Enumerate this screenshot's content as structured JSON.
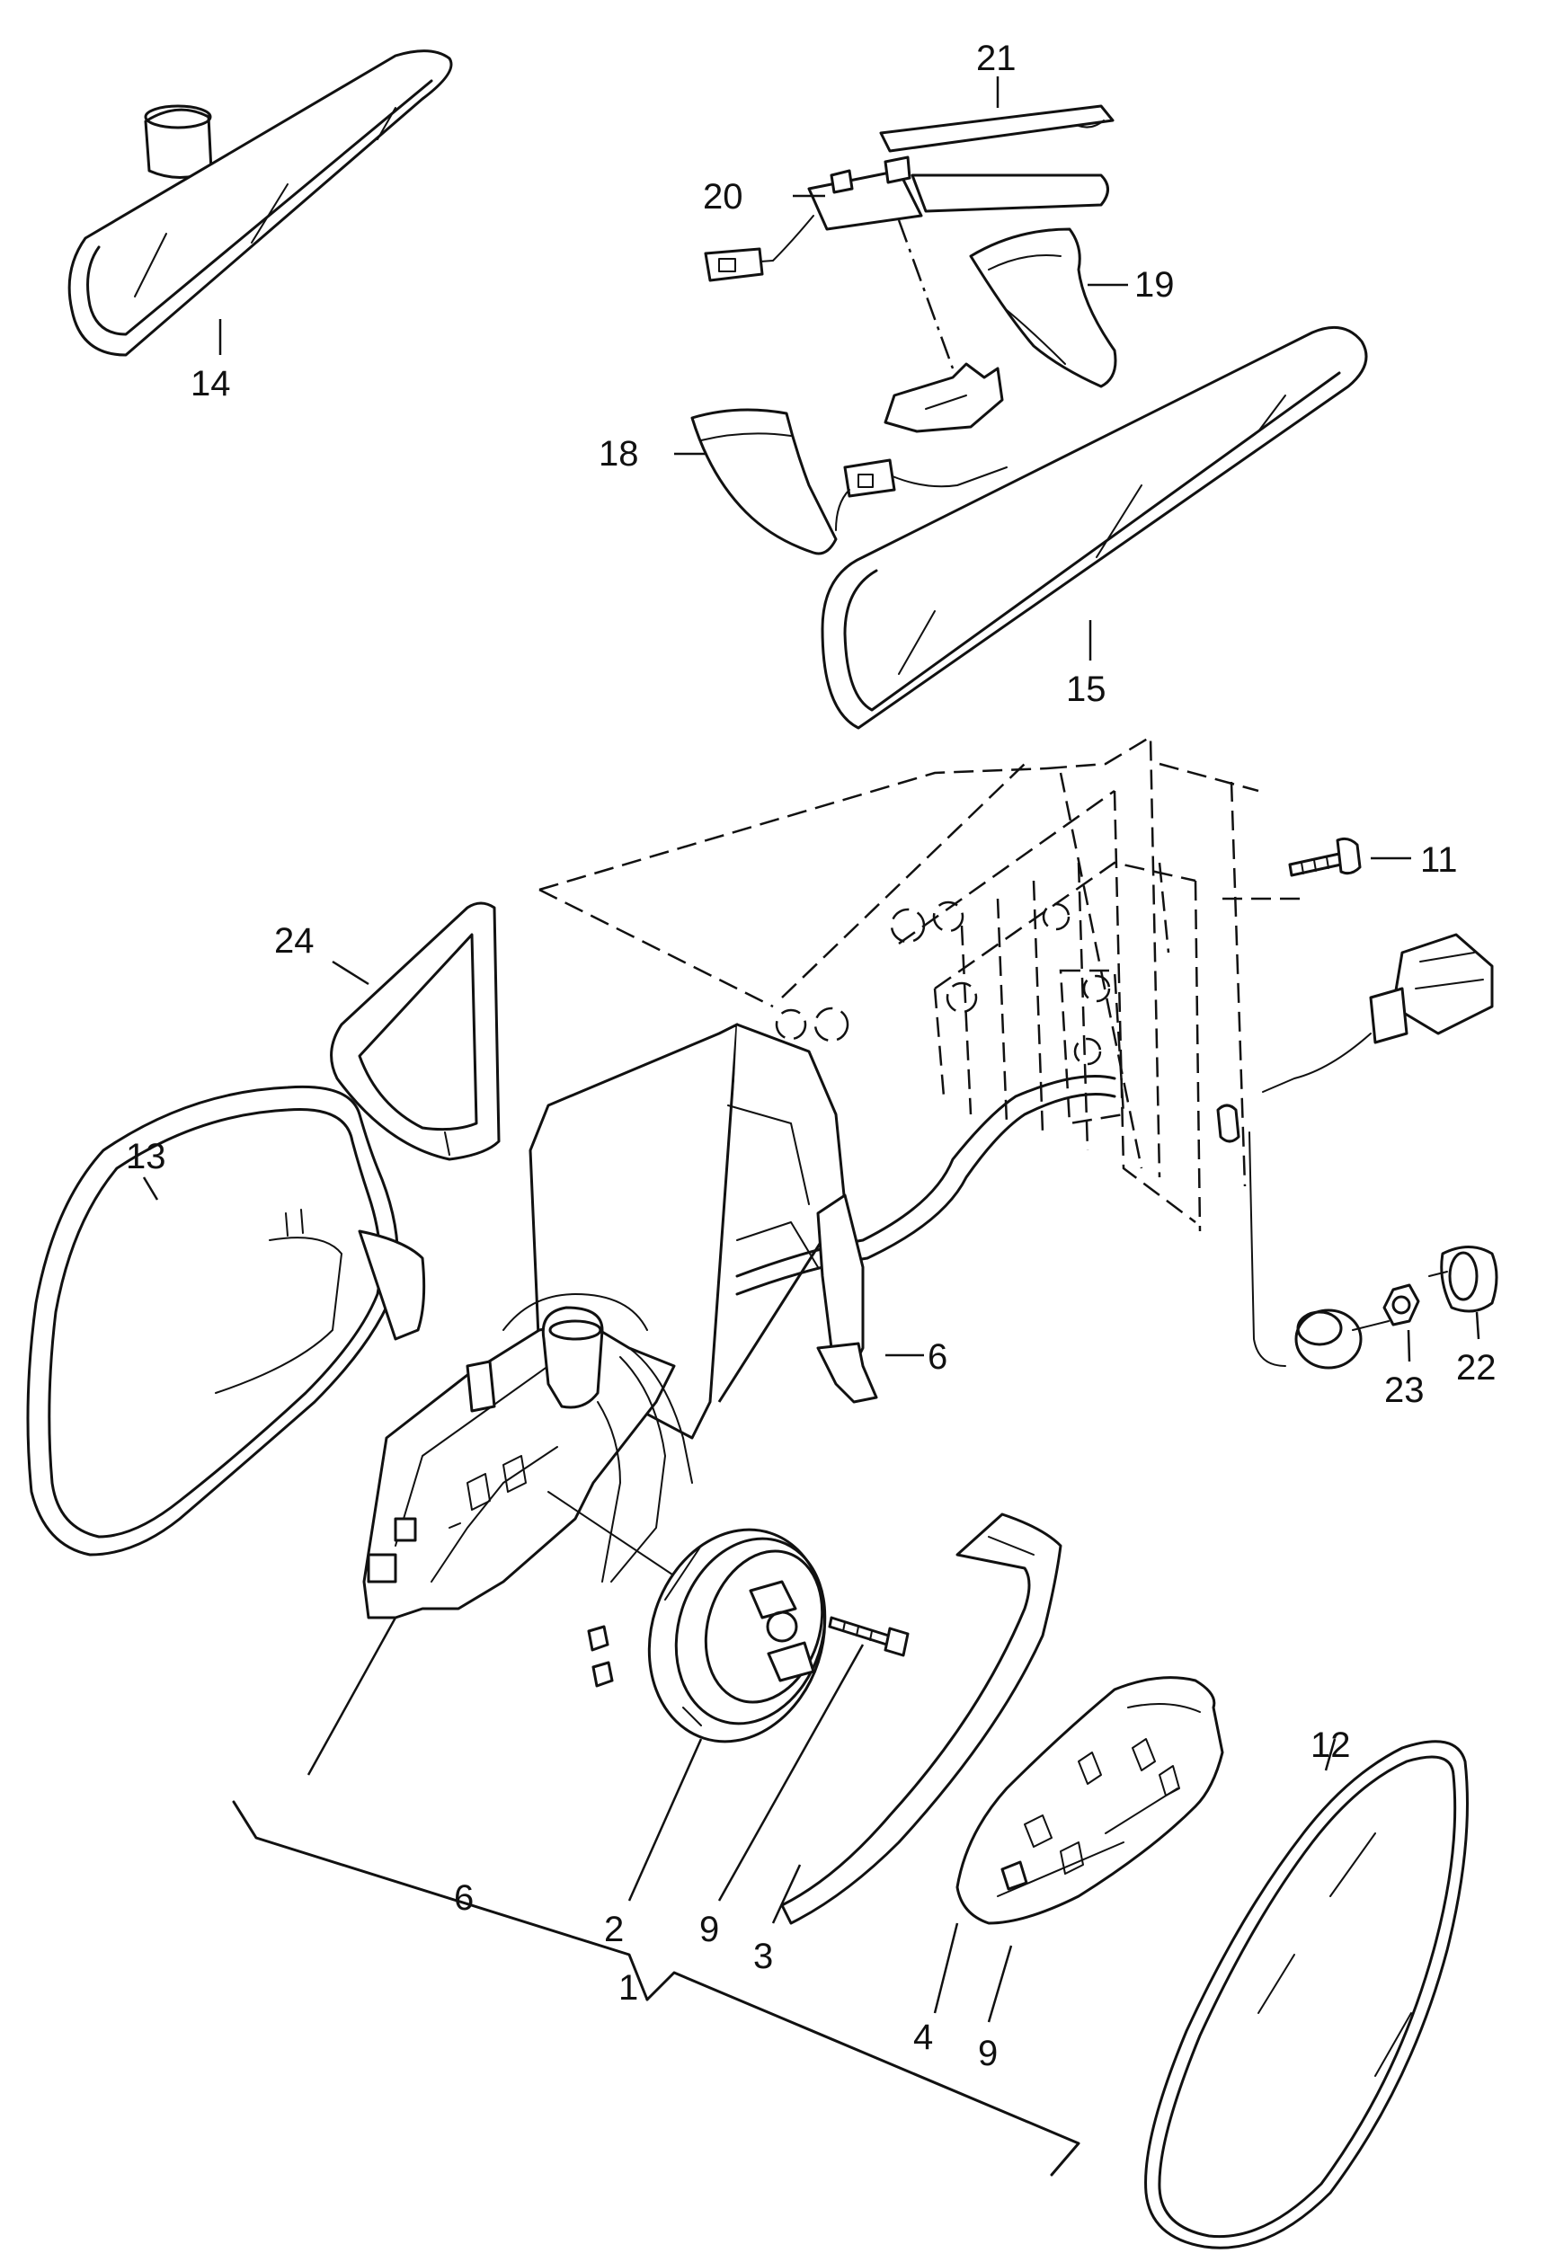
{
  "diagram": {
    "callouts": {
      "c1": "1",
      "c2": "2",
      "c3": "3",
      "c4": "4",
      "c6a": "6",
      "c6b": "6",
      "c9a": "9",
      "c9b": "9",
      "c11": "11",
      "c12": "12",
      "c13": "13",
      "c14": "14",
      "c15": "15",
      "c18": "18",
      "c19": "19",
      "c20": "20",
      "c21": "21",
      "c22": "22",
      "c23": "23",
      "c24": "24"
    }
  }
}
